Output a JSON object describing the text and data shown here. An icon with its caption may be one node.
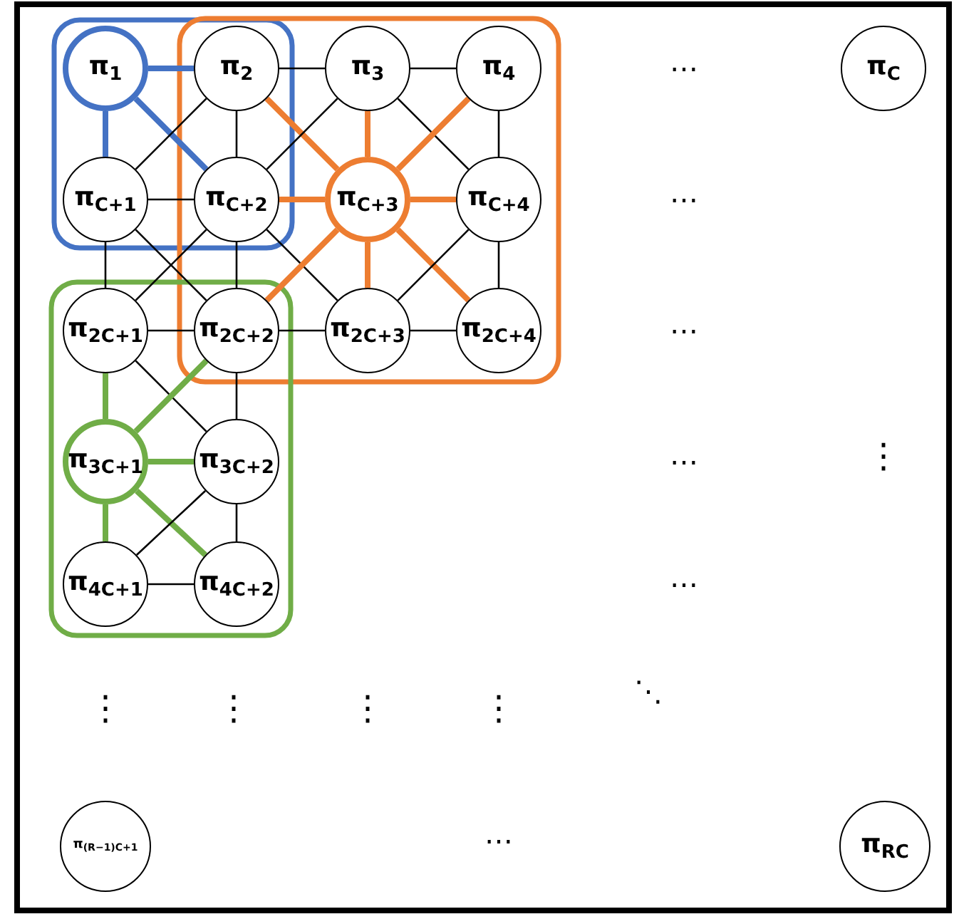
{
  "diagram": {
    "nodes": [
      {
        "text": [
          "π$_{1}$"
        ]
      },
      {
        "text": [
          "π$_{2}$"
        ]
      },
      {
        "text": [
          "π$_{3}$"
        ]
      },
      {
        "text": [
          "π$_{4}$"
        ]
      },
      {
        "text": [
          "π$_{C}$"
        ]
      },
      {
        "text": [
          "π$_{C+1}$"
        ]
      },
      {
        "text": [
          "π$_{C+2}$"
        ]
      },
      {
        "text": [
          "π$_{C+3}$"
        ]
      },
      {
        "text": [
          "π$_{C+4}$"
        ]
      },
      {
        "text": [
          "π$_{2C+1}$"
        ]
      },
      {
        "text": [
          "π$_{2C+2}$"
        ]
      },
      {
        "text": [
          "π$_{2C+3}$"
        ]
      },
      {
        "text": [
          "π$_{2C+4}$"
        ]
      },
      {
        "text": [
          "π$_{3C+1}$"
        ]
      },
      {
        "text": [
          "π$_{3C+2}$"
        ]
      },
      {
        "text": [
          "π$_{4C+1}$"
        ]
      },
      {
        "text": [
          "π$_{4C+2}$"
        ]
      },
      {
        "text": [
          "π$_{(R−1)C+1}$"
        ]
      },
      {
        "text": [
          "π$_{RC}$"
        ]
      }
    ],
    "edges": [
      {
        "from": 0,
        "to": 1,
        "arrow": "none",
        "style": "thick",
        "color": "#4472c4"
      },
      {
        "from": 1,
        "to": 2,
        "arrow": "none"
      },
      {
        "from": 2,
        "to": 3,
        "arrow": "none"
      },
      {
        "from": 5,
        "to": 6,
        "arrow": "none"
      },
      {
        "from": 6,
        "to": 7,
        "arrow": "none",
        "style": "thick",
        "color": "#ed7d31"
      },
      {
        "from": 7,
        "to": 8,
        "arrow": "none",
        "style": "thick",
        "color": "#ed7d31"
      },
      {
        "from": 9,
        "to": 10,
        "arrow": "none"
      },
      {
        "from": 10,
        "to": 11,
        "arrow": "none"
      },
      {
        "from": 11,
        "to": 12,
        "arrow": "none"
      },
      {
        "from": 13,
        "to": 14,
        "arrow": "none",
        "style": "thick",
        "color": "#70ad47"
      },
      {
        "from": 15,
        "to": 16,
        "arrow": "none"
      },
      {
        "from": 0,
        "to": 5,
        "arrow": "none",
        "style": "thick",
        "color": "#4472c4"
      },
      {
        "from": 1,
        "to": 6,
        "arrow": "none"
      },
      {
        "from": 2,
        "to": 7,
        "arrow": "none",
        "style": "thick",
        "color": "#ed7d31"
      },
      {
        "from": 3,
        "to": 8,
        "arrow": "none"
      },
      {
        "from": 5,
        "to": 9,
        "arrow": "none"
      },
      {
        "from": 6,
        "to": 10,
        "arrow": "none"
      },
      {
        "from": 7,
        "to": 11,
        "arrow": "none",
        "style": "thick",
        "color": "#ed7d31"
      },
      {
        "from": 8,
        "to": 12,
        "arrow": "none"
      },
      {
        "from": 9,
        "to": 13,
        "arrow": "none",
        "style": "thick",
        "color": "#70ad47"
      },
      {
        "from": 10,
        "to": 14,
        "arrow": "none"
      },
      {
        "from": 13,
        "to": 15,
        "arrow": "none",
        "style": "thick",
        "color": "#70ad47"
      },
      {
        "from": 14,
        "to": 16,
        "arrow": "none"
      },
      {
        "from": 0,
        "to": 6,
        "arrow": "none",
        "style": "thick",
        "color": "#4472c4"
      },
      {
        "from": 1,
        "to": 5,
        "arrow": "none"
      },
      {
        "from": 1,
        "to": 7,
        "arrow": "none",
        "style": "thick",
        "color": "#ed7d31"
      },
      {
        "from": 2,
        "to": 6,
        "arrow": "none"
      },
      {
        "from": 2,
        "to": 8,
        "arrow": "none"
      },
      {
        "from": 3,
        "to": 7,
        "arrow": "none",
        "style": "thick",
        "color": "#ed7d31"
      },
      {
        "from": 5,
        "to": 10,
        "arrow": "none"
      },
      {
        "from": 6,
        "to": 9,
        "arrow": "none"
      },
      {
        "from": 6,
        "to": 11,
        "arrow": "none"
      },
      {
        "from": 7,
        "to": 10,
        "arrow": "none",
        "style": "thick",
        "color": "#ed7d31"
      },
      {
        "from": 7,
        "to": 12,
        "arrow": "none",
        "style": "thick",
        "color": "#ed7d31"
      },
      {
        "from": 8,
        "to": 11,
        "arrow": "none"
      },
      {
        "from": 9,
        "to": 14,
        "arrow": "none"
      },
      {
        "from": 10,
        "to": 13,
        "arrow": "none",
        "style": "thick",
        "color": "#70ad47"
      },
      {
        "from": 13,
        "to": 16,
        "arrow": "none",
        "style": "thick",
        "color": "#70ad47"
      },
      {
        "from": 14,
        "to": 15,
        "arrow": "none"
      }
    ],
    "labels": [
      "⋯",
      "⋯",
      "⋯",
      "⋯",
      "⋮",
      "⋯",
      "⋮",
      "⋮",
      "⋮",
      "⋮",
      "⋱",
      "⋯"
    ]
  }
}
